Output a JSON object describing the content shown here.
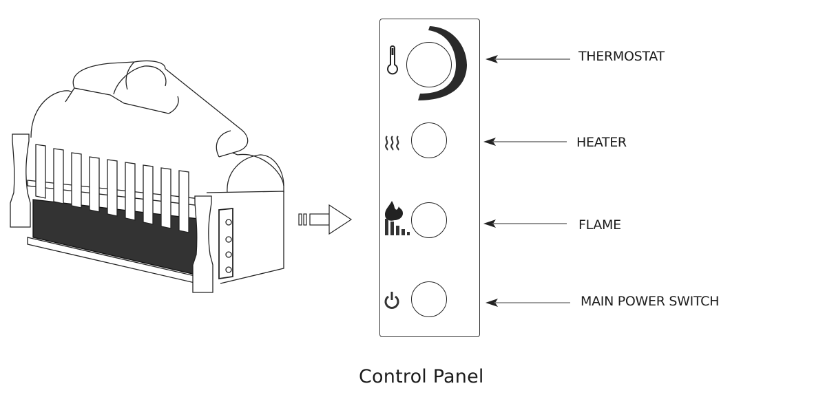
{
  "diagram": {
    "caption": "Control Panel",
    "controls": [
      {
        "id": "thermostat",
        "label": "THERMOSTAT",
        "icon": "thermometer-icon"
      },
      {
        "id": "heater",
        "label": "HEATER",
        "icon": "heat-waves-icon"
      },
      {
        "id": "flame",
        "label": "FLAME",
        "icon": "flame-level-icon"
      },
      {
        "id": "power",
        "label": "MAIN POWER SWITCH",
        "icon": "power-icon"
      }
    ],
    "illustration": "electric fireplace insert with logs",
    "colors": {
      "line": "#222222",
      "background": "#ffffff"
    }
  }
}
